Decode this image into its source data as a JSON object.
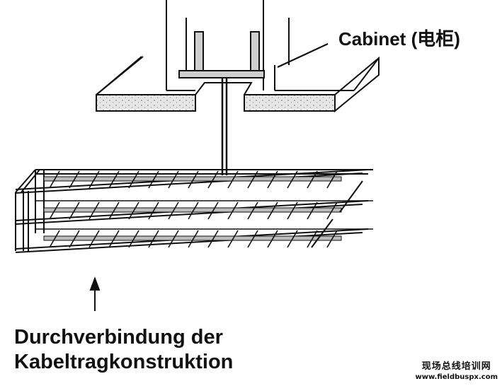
{
  "labels": {
    "cabinet": "Cabinet (电柜)",
    "caption_line1": "Durchverbindung der",
    "caption_line2": "Kabeltragkonstruktion"
  },
  "watermark": {
    "name": "现场总线培训网",
    "url": "www.fieldbuspx.com"
  },
  "colors": {
    "ink": "#111111",
    "background": "#ffffff",
    "panel_fill": "#e6e6e6"
  }
}
